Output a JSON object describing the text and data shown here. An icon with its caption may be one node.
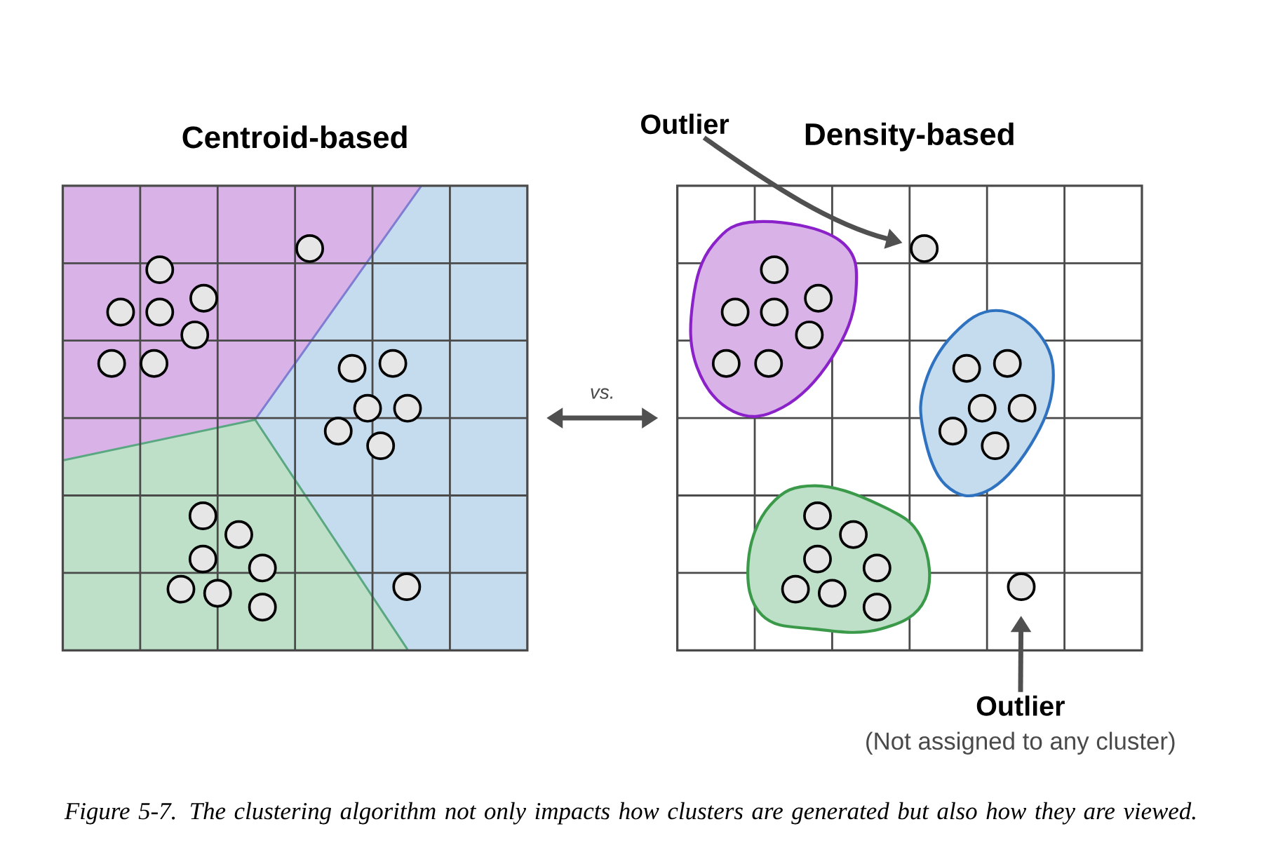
{
  "diagram": {
    "nodes": [
      {
        "text": [
          "Centroid-based"
        ]
      },
      {
        "text": [
          "Density-based"
        ]
      },
      {
        "text": [
          "Outlier"
        ]
      },
      {
        "text": [],
        "shape": "circle",
        "in": 1
      },
      {
        "text": [
          "Outlier"
        ],
        "beside": [
          "(Not assigned to any cluster)"
        ]
      },
      {
        "text": [],
        "shape": "circle",
        "in": 1
      }
    ],
    "edges": [
      {
        "from": 0,
        "to": 1,
        "arrow": "both",
        "label": "vs."
      },
      {
        "from": 2,
        "to": 3,
        "arrow": "to"
      },
      {
        "from": 4,
        "to": 5,
        "arrow": "to"
      }
    ],
    "caption": "Figure 5-7. The clustering algorithm not only impacts how clusters are generated but also how they are viewed."
  }
}
